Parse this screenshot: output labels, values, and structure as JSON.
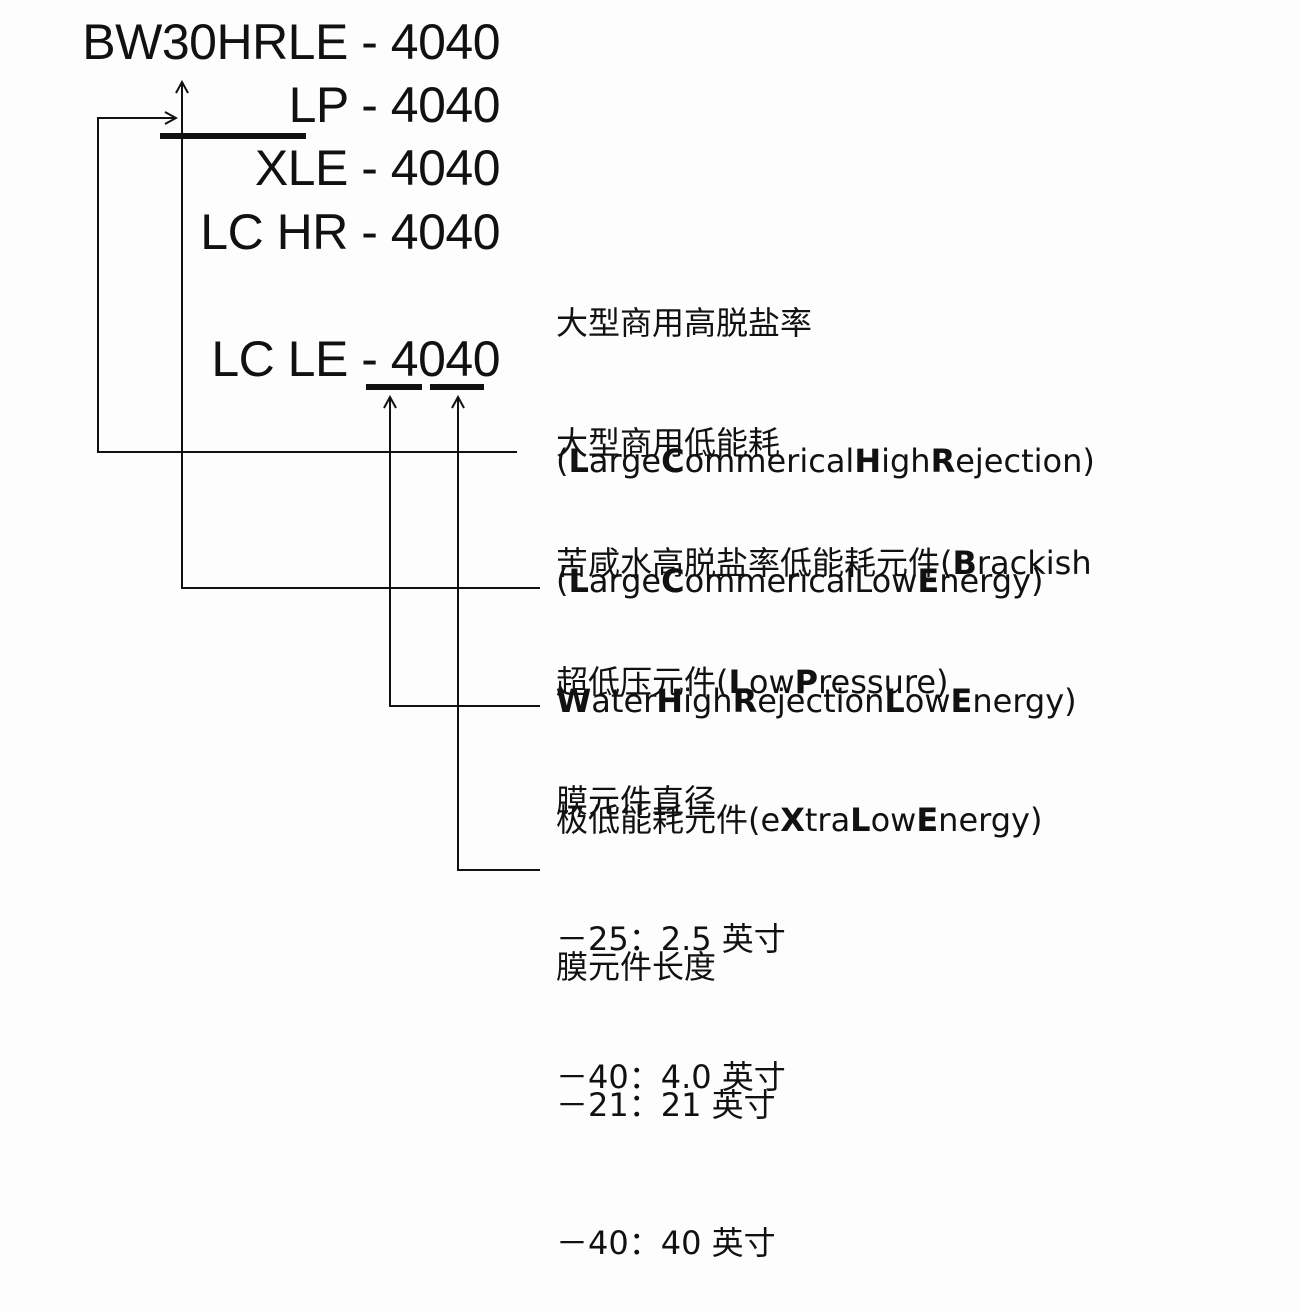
{
  "models": [
    {
      "name": "BW30HRLE",
      "suffix": "4040"
    },
    {
      "name": "LP",
      "suffix": "4040"
    },
    {
      "name": "XLE",
      "suffix": "4040"
    },
    {
      "name": "LC HR",
      "suffix": "4040"
    },
    {
      "name": "LC LE",
      "suffix": "4040"
    }
  ],
  "descriptions": {
    "lc_hr": {
      "zh": "大型商用高脱盐率",
      "en": [
        [
          "(",
          false
        ],
        [
          "L",
          true
        ],
        [
          "arge",
          false
        ],
        [
          "C",
          true
        ],
        [
          "ommerical",
          false
        ],
        [
          "H",
          true
        ],
        [
          "igh",
          false
        ],
        [
          "R",
          true
        ],
        [
          "ejection)",
          false
        ]
      ]
    },
    "lc_le": {
      "zh": "大型商用低能耗",
      "en": [
        [
          "(",
          false
        ],
        [
          "L",
          true
        ],
        [
          "arge",
          false
        ],
        [
          "C",
          true
        ],
        [
          "ommerical",
          false
        ],
        [
          "L",
          false
        ],
        [
          "ow",
          false
        ],
        [
          "E",
          true
        ],
        [
          "nergy)",
          false
        ]
      ]
    },
    "bw": {
      "line1": [
        [
          "苦咸水高脱盐率低能耗元件(",
          false
        ],
        [
          "B",
          true
        ],
        [
          "rackish",
          false
        ]
      ],
      "line2": [
        [
          "W",
          true
        ],
        [
          "ater",
          false
        ],
        [
          "H",
          true
        ],
        [
          "igh",
          false
        ],
        [
          "R",
          true
        ],
        [
          "ejection",
          false
        ],
        [
          "L",
          true
        ],
        [
          "ow",
          false
        ],
        [
          "E",
          true
        ],
        [
          "nergy)",
          false
        ]
      ]
    },
    "lp_xle": {
      "line1": [
        [
          "超低压元件(",
          false
        ],
        [
          "L",
          true
        ],
        [
          "ow",
          false
        ],
        [
          "P",
          true
        ],
        [
          "ressure)",
          false
        ]
      ],
      "line2": [
        [
          "极低能耗元件(e",
          false
        ],
        [
          "X",
          true
        ],
        [
          "tra",
          false
        ],
        [
          "L",
          true
        ],
        [
          "ow",
          false
        ],
        [
          "E",
          true
        ],
        [
          "nergy)",
          false
        ]
      ]
    },
    "diameter": {
      "title": "膜元件直径",
      "items": [
        "－25：2.5 英寸",
        "－40：4.0 英寸"
      ]
    },
    "length": {
      "title": "膜元件长度",
      "items": [
        "－21：21 英寸",
        "－40：40 英寸"
      ]
    }
  }
}
